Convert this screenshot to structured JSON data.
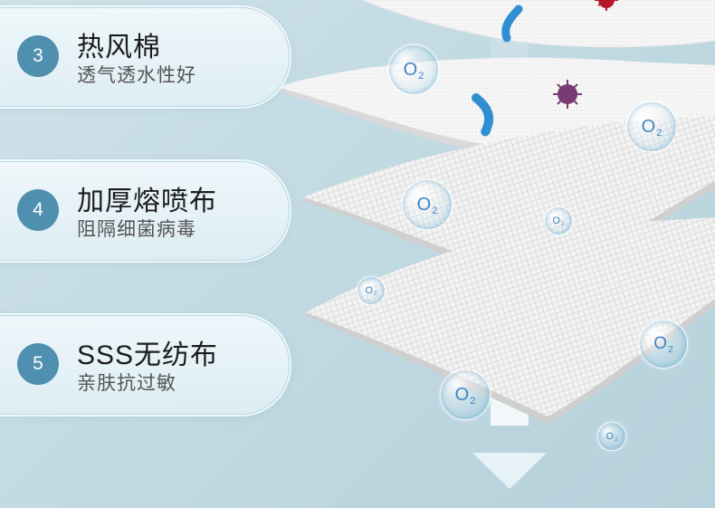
{
  "features": [
    {
      "number": "3",
      "title": "热风棉",
      "subtitle": "透气透水性好"
    },
    {
      "number": "4",
      "title": "加厚熔喷布",
      "subtitle": "阻隔细菌病毒"
    },
    {
      "number": "5",
      "title": "SSS无纺布",
      "subtitle": "亲肤抗过敏"
    }
  ],
  "bubble_label": {
    "element": "O",
    "subscript": "2"
  },
  "colors": {
    "badge": "#4f8faf",
    "background": "#c4dbe3",
    "pill_border": "#b0d6e4",
    "bubble_text": "#3f86c6",
    "bacteria_blue": "#2f8fd0",
    "virus_purple": "#7a3a73",
    "virus_red": "#b3182a"
  },
  "icons": [
    "oxygen-bubble-icon",
    "bacteria-icon",
    "virus-icon",
    "down-arrow-icon"
  ]
}
